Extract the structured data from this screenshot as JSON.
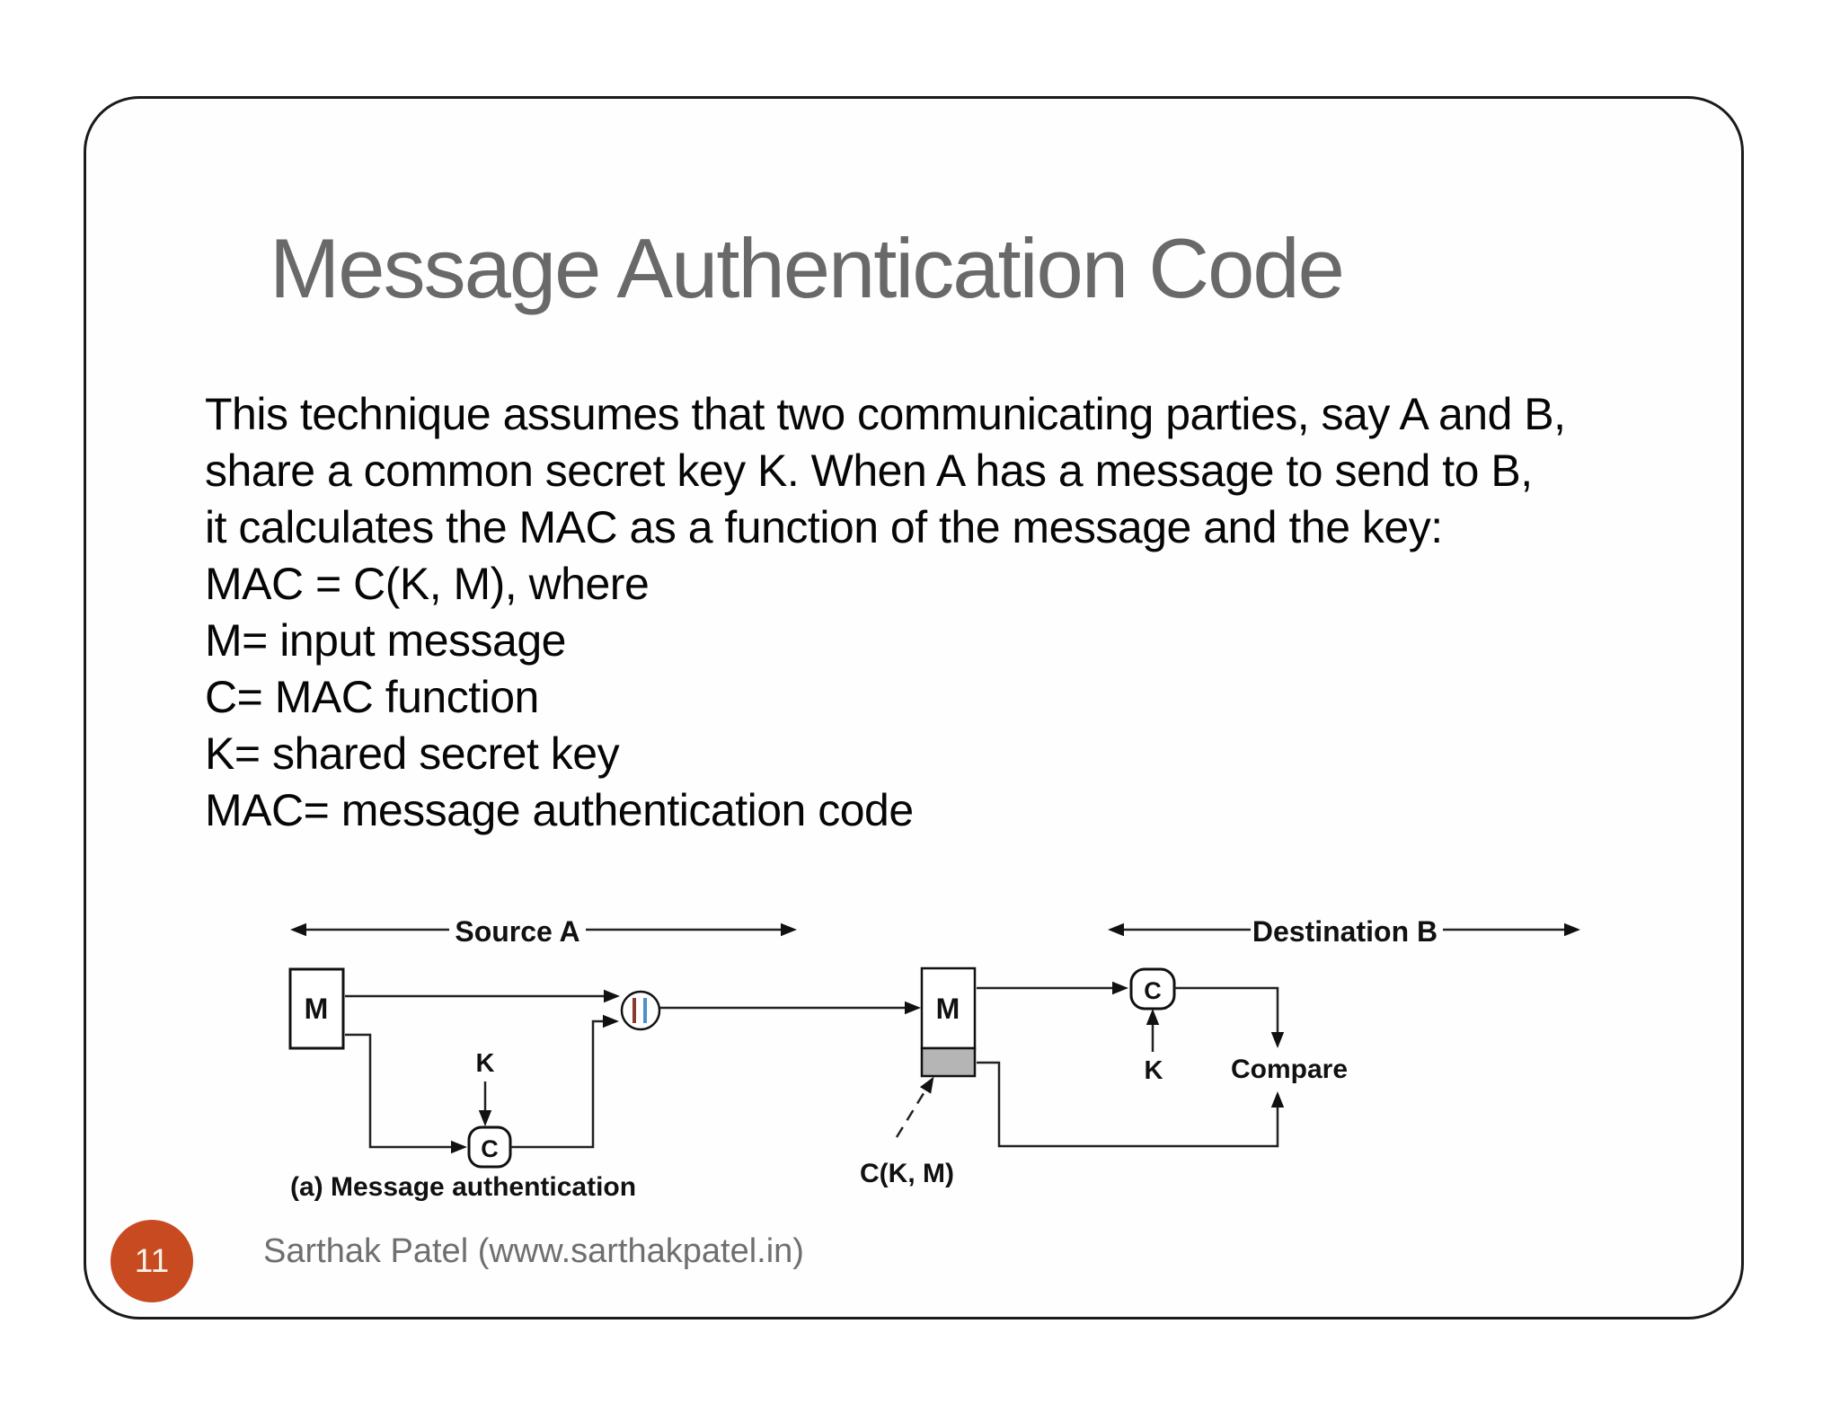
{
  "slide": {
    "title": "Message Authentication Code",
    "body_lines": [
      "This technique assumes that two communicating parties, say A and B,",
      "share a common secret key K. When A has a message to send to B,",
      "it calculates the MAC as a function of the message and the key:",
      "MAC = C(K, M), where",
      "M= input message",
      "C= MAC function",
      "K= shared secret key",
      "MAC= message authentication code"
    ],
    "page_number": "11",
    "footer": "Sarthak Patel (www.sarthakpatel.in)"
  },
  "diagram": {
    "source_label": "Source A",
    "destination_label": "Destination B",
    "message_box_label": "M",
    "mac_function_label": "C",
    "key_label": "K",
    "concat_symbol": "||",
    "compare_label": "Compare",
    "mac_value_label": "C(K, M)",
    "caption": "(a) Message authentication"
  },
  "colors": {
    "badge_background": "#c84a21",
    "title_gray": "#696969",
    "footer_gray": "#6f6f6f",
    "mac_segment_gray": "#b5b5b5",
    "concat_bar_left": "#8b3a2f",
    "concat_bar_right": "#4d8fcb"
  }
}
